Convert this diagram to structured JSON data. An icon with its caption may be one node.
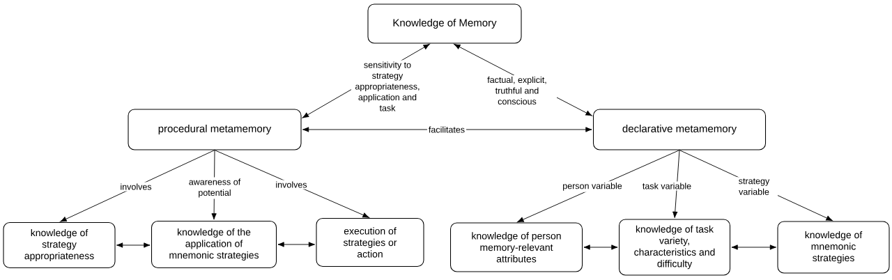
{
  "diagram": {
    "nodes": [
      {
        "text": [
          "Knowledge of Memory"
        ]
      },
      {
        "text": [
          "procedural metamemory"
        ]
      },
      {
        "text": [
          "declarative metamemory"
        ]
      },
      {
        "text": [
          "knowledge of strategy appropriateness"
        ]
      },
      {
        "text": [
          "knowledge of the application of mnemonic strategies"
        ]
      },
      {
        "text": [
          "execution of strategies or action"
        ]
      },
      {
        "text": [
          "knowledge of person memory-relevant attributes"
        ]
      },
      {
        "text": [
          "knowledge of task variety, characteristics and difficulty"
        ]
      },
      {
        "text": [
          "knowledge of mnemonic strategies"
        ]
      }
    ],
    "edges": [
      {
        "from": 1,
        "to": 0,
        "arrow": "both",
        "label": "sensitivity to strategy appropriateness, application and task"
      },
      {
        "from": 2,
        "to": 0,
        "arrow": "both",
        "label": "factual, explicit, truthful and conscious"
      },
      {
        "from": 1,
        "to": 2,
        "arrow": "both",
        "label": "facilitates"
      },
      {
        "from": 1,
        "to": 3,
        "arrow": "to",
        "label": "involves"
      },
      {
        "from": 1,
        "to": 4,
        "arrow": "to",
        "label": "awareness of potential"
      },
      {
        "from": 1,
        "to": 5,
        "arrow": "to",
        "label": "involves"
      },
      {
        "from": 2,
        "to": 6,
        "arrow": "to",
        "label": "person variable"
      },
      {
        "from": 2,
        "to": 7,
        "arrow": "to",
        "label": "task variable"
      },
      {
        "from": 2,
        "to": 8,
        "arrow": "to",
        "label": "strategy variable"
      },
      {
        "from": 3,
        "to": 4,
        "arrow": "both"
      },
      {
        "from": 4,
        "to": 5,
        "arrow": "both"
      },
      {
        "from": 6,
        "to": 7,
        "arrow": "both"
      },
      {
        "from": 7,
        "to": 8,
        "arrow": "both"
      }
    ]
  }
}
